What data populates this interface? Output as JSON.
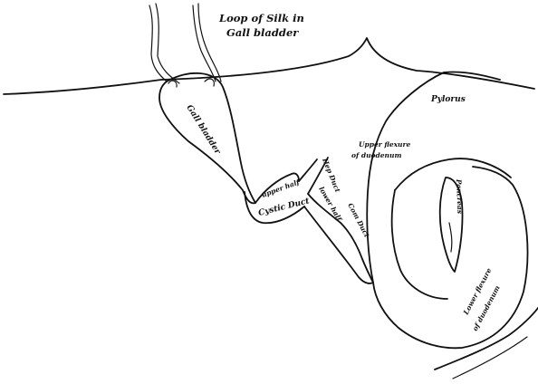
{
  "labels": {
    "silk_line1": "Loop of Silk in",
    "silk_line2": "Gall bladder",
    "gall_bladder": "Gall bladder",
    "pylorus": "Pylorus",
    "upper_flexure_line1": "Upper flexure",
    "upper_flexure_line2": "of duodenum",
    "hep_duct": "Hep Duct",
    "upper_half": "upper half",
    "cystic_duct": "Cystic Duct",
    "com_duct": "Com Duct",
    "lower_half": "lower half",
    "pancreas": "Pancreas",
    "lower_flexure_line1": "Lower flexure",
    "lower_flexure_line2": "of duodenum"
  }
}
